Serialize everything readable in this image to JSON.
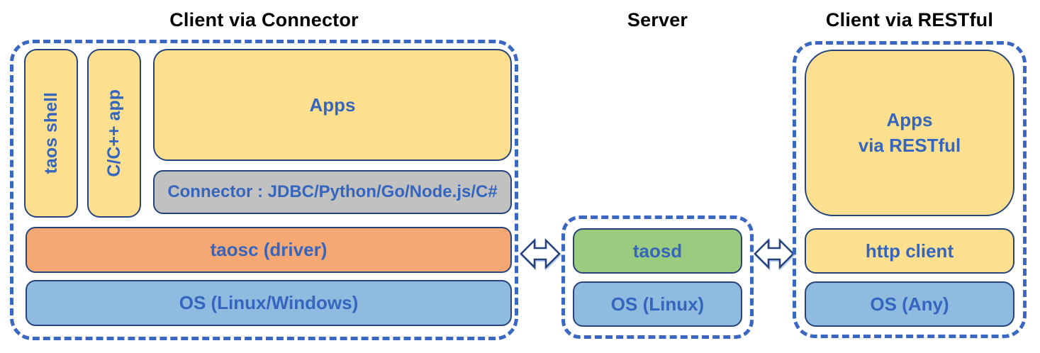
{
  "palette": {
    "yellow_fill": "#FDE08F",
    "orange_fill": "#F5A873",
    "blue_fill": "#8FBBE1",
    "green_fill": "#9BCB7F",
    "gray_fill": "#C1C1C1",
    "dashed_border": "#3A67C2",
    "box_border": "#26437C",
    "label_text": "#3565BD",
    "title_text": "#000000"
  },
  "sections": [
    {
      "title": "Client via Connector",
      "boxes": {
        "taos_shell": "taos shell",
        "cpp_app": "C/C++ app",
        "apps": "Apps",
        "connector": "Connector : JDBC/Python/Go/Node.js/C#",
        "taosc": "taosc (driver)",
        "os": "OS (Linux/Windows)"
      }
    },
    {
      "title": "Server",
      "boxes": {
        "taosd": "taosd",
        "os": "OS (Linux)"
      }
    },
    {
      "title": "Client via RESTful",
      "boxes": {
        "apps_line1": "Apps",
        "apps_line2": "via RESTful",
        "http_client": "http client",
        "os": "OS (Any)"
      }
    }
  ],
  "icons": {
    "left_link": "bidirectional-arrow",
    "right_link": "bidirectional-arrow"
  }
}
